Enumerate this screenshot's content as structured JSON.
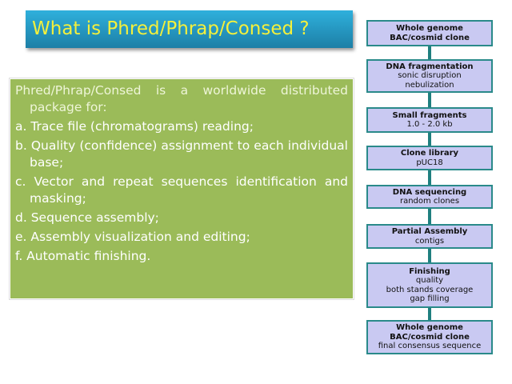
{
  "title": "What is Phred/Phrap/Consed ?",
  "body": {
    "intro": "Phred/Phrap/Consed is a worldwide distributed package for:",
    "items": [
      "a. Trace file (chromatograms) reading;",
      "b. Quality (confidence) assignment to each individual base;",
      "c. Vector and repeat sequences identification and masking;",
      "d. Sequence assembly;",
      "e. Assembly visualization and editing;",
      "f. Automatic finishing."
    ]
  },
  "flow": [
    {
      "head": "Whole genome BAC/cosmid clone",
      "lines": []
    },
    {
      "head": "DNA fragmentation",
      "lines": [
        "sonic disruption",
        "nebulization"
      ]
    },
    {
      "head": "Small fragments",
      "lines": [
        "1.0 - 2.0 kb"
      ]
    },
    {
      "head": "Clone library",
      "lines": [
        "pUC18"
      ]
    },
    {
      "head": "DNA sequencing",
      "lines": [
        "random clones"
      ]
    },
    {
      "head": "Partial Assembly",
      "lines": [
        "contigs"
      ]
    },
    {
      "head": "Finishing",
      "lines": [
        "quality",
        "both stands coverage",
        "gap filling"
      ]
    },
    {
      "head": "Whole genome BAC/cosmid clone",
      "lines": [
        "final consensus sequence"
      ]
    }
  ]
}
